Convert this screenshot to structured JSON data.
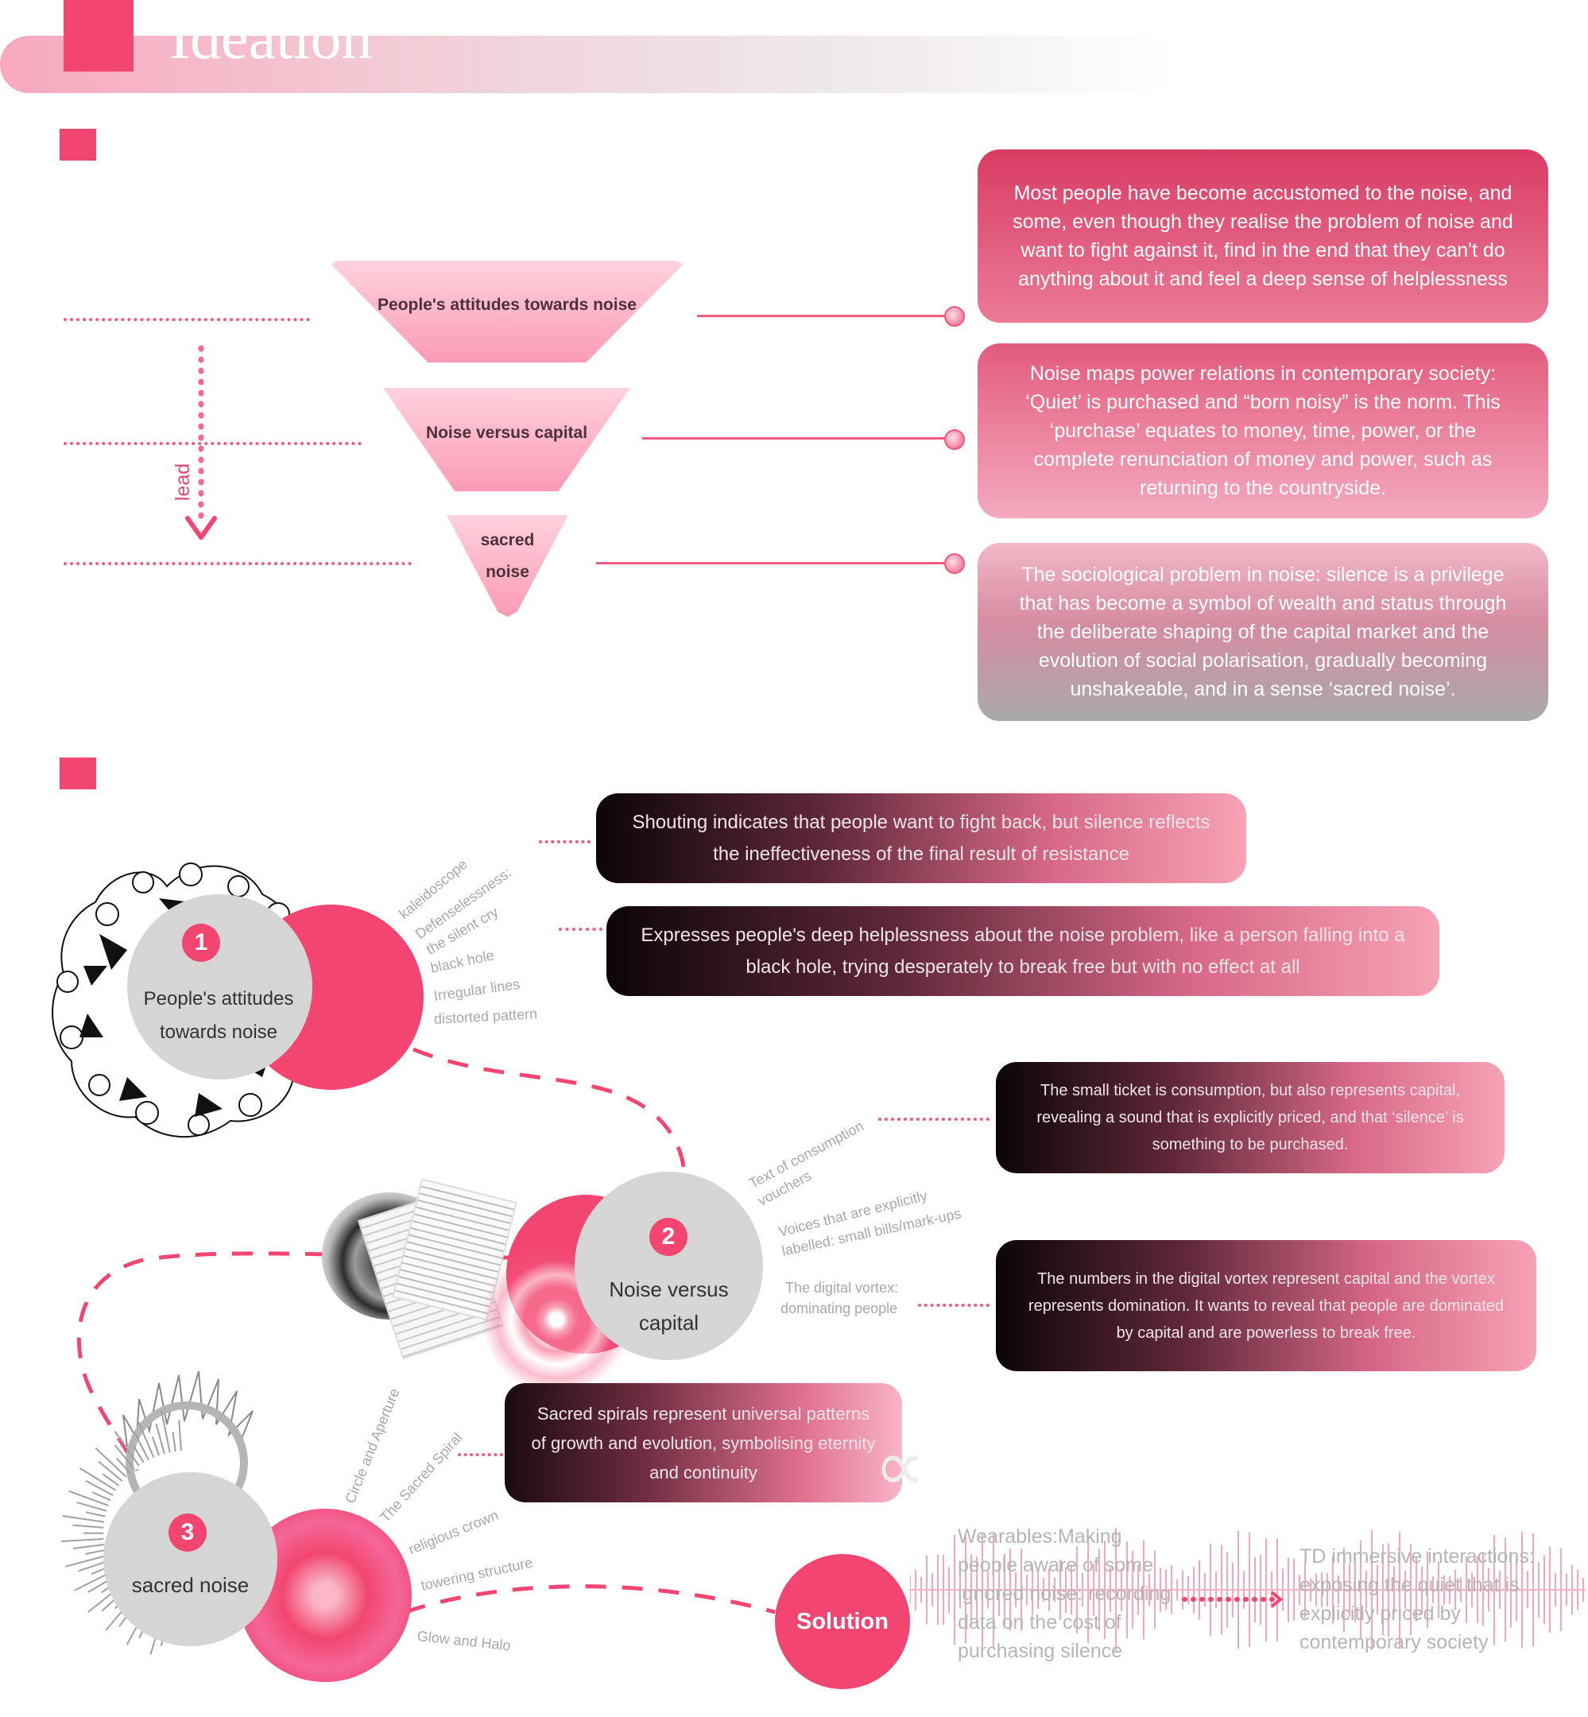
{
  "title": "Ideation",
  "funnel": {
    "levels": [
      {
        "label": "People's attitudes towards noise"
      },
      {
        "label": "Noise versus capital"
      },
      {
        "label_line1": "sacred",
        "label_line2": "noise"
      }
    ],
    "arrow_label": "lead"
  },
  "insights": [
    {
      "text": "Most people have become accustomed to the noise, and some, even though they realise the problem of noise and want to fight against it, find in the end that they can't do anything about it and feel a deep sense of helplessness"
    },
    {
      "text": "Noise maps power relations in contemporary society: ‘Quiet’ is purchased and “born noisy” is the norm. This ‘purchase’ equates to money, time, power, or the complete renunciation of money and power, such as returning to the countryside."
    },
    {
      "text": "The sociological problem in noise: silence is a privilege that has become a symbol of wealth and status through the deliberate shaping of the capital market and the evolution of social polarisation, gradually becoming unshakeable, and in a sense ‘sacred noise’."
    }
  ],
  "concepts": [
    {
      "number": "1",
      "label_line1": "People's attitudes",
      "label_line2": "towards noise",
      "keywords": [
        "kaleidoscope",
        "Defenselessness:",
        "the silent cry",
        "black hole",
        "Irregular lines",
        "distorted pattern"
      ],
      "notes": [
        "Shouting indicates that people want to fight back, but silence reflects the ineffectiveness of the final result of resistance",
        "Expresses people's deep helplessness about the noise problem, like a person falling into a black hole, trying desperately to break free but with no effect at all"
      ]
    },
    {
      "number": "2",
      "label_line1": "Noise versus",
      "label_line2": "capital",
      "keywords": [
        "Text of consumption",
        "vouchers",
        "Voices that are explicitly",
        "labelled: small bills/mark-ups",
        "The digital vortex:",
        "dominating people"
      ],
      "notes": [
        "The small ticket is consumption, but also represents capital, revealing a sound that is explicitly priced, and that ‘silence’ is something to be purchased.",
        "The numbers in the digital vortex represent capital and the vortex represents domination. It wants to reveal that people are dominated by capital and are powerless to break free."
      ]
    },
    {
      "number": "3",
      "label": "sacred noise",
      "keywords": [
        "Circle and Aperture",
        "The Sacred Spiral",
        "religious crown",
        "towering structure",
        "Glow and Halo"
      ],
      "notes": [
        "Sacred spirals represent universal patterns of growth and evolution, symbolising eternity and continuity"
      ]
    }
  ],
  "solution": {
    "label": "Solution",
    "item1": "Wearables:Making people aware of some ignored noise: recording data on the cost of purchasing silence",
    "item2": "TD immersive interactions: exposing the quiet that is explicitly priced by contemporary society"
  },
  "colors": {
    "accent": "#f24670",
    "light_pink": "#f9a5bb",
    "dark": "#0c0508",
    "gray_node": "#d5d5d5"
  }
}
